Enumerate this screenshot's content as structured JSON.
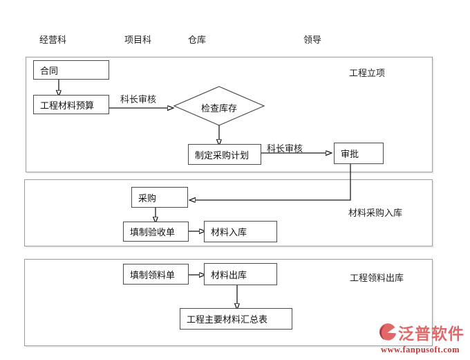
{
  "lanes": {
    "items": [
      {
        "label": "经营科"
      },
      {
        "label": "项目科"
      },
      {
        "label": "仓库"
      },
      {
        "label": "领导"
      }
    ]
  },
  "sections": [
    {
      "label": "工程立项"
    },
    {
      "label": "材料采购入库"
    },
    {
      "label": "工程领料出库"
    }
  ],
  "nodes": {
    "contract": "合同",
    "material_budget": "工程材料预算",
    "check_inventory": "检查库存",
    "make_purchase_plan": "制定采购计划",
    "approval": "审批",
    "purchase": "采购",
    "fill_acceptance_form": "填制验收单",
    "material_inbound": "材料入库",
    "fill_requisition_form": "填制领料单",
    "material_outbound": "材料出库",
    "material_summary_table": "工程主要材料汇总表"
  },
  "edge_labels": {
    "chief_review_1": "科长审核",
    "chief_review_2": "科长审核"
  },
  "logo": {
    "brand": "泛普软件",
    "url": "www.fanpusoft.com"
  },
  "colors": {
    "brand_red": "#e06868",
    "brand_dark_red": "#a83244",
    "url_red": "#c03a3a",
    "line": "#1a1a1a",
    "box_border": "#4a4a4a",
    "section_border": "#9c9c9c"
  }
}
